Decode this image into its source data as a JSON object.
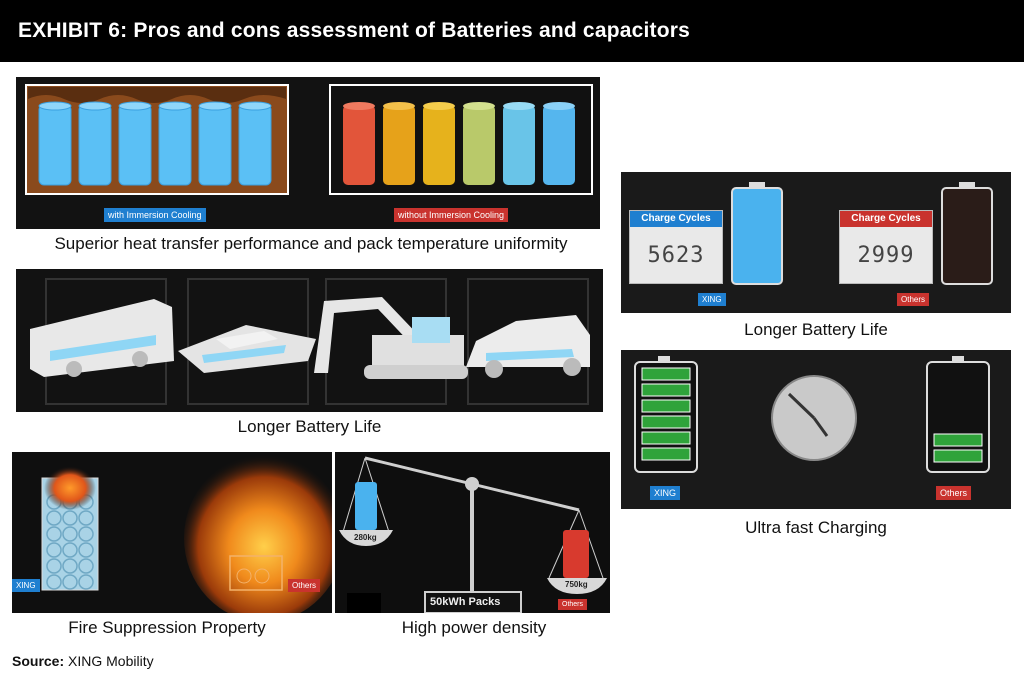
{
  "header": {
    "title": "EXHIBIT 6: Pros and cons assessment of Batteries and capacitors"
  },
  "panels": {
    "cooling": {
      "caption": "Superior heat transfer performance and pack temperature uniformity",
      "with_label": "with Immersion Cooling",
      "without_label": "without Immersion Cooling"
    },
    "vehicles": {
      "caption": "Longer Battery Life"
    },
    "fire": {
      "caption": "Fire Suppression Property",
      "xing_label": "XING",
      "others_label": "Others"
    },
    "density": {
      "caption": "High power density",
      "left_weight": "280kg",
      "right_weight": "750kg",
      "packs_label": "50kWh Packs",
      "others_label": "Others"
    },
    "cycles": {
      "caption": "Longer Battery Life",
      "header_label_left": "Charge Cycles",
      "header_label_right": "Charge Cycles",
      "xing_cycles": "5623",
      "others_cycles": "2999",
      "xing_label": "XING",
      "others_label": "Others"
    },
    "charging": {
      "caption": "Ultra fast Charging",
      "xing_label": "XING",
      "others_label": "Others"
    }
  },
  "source": {
    "label": "Source:",
    "text": "XING Mobility"
  }
}
